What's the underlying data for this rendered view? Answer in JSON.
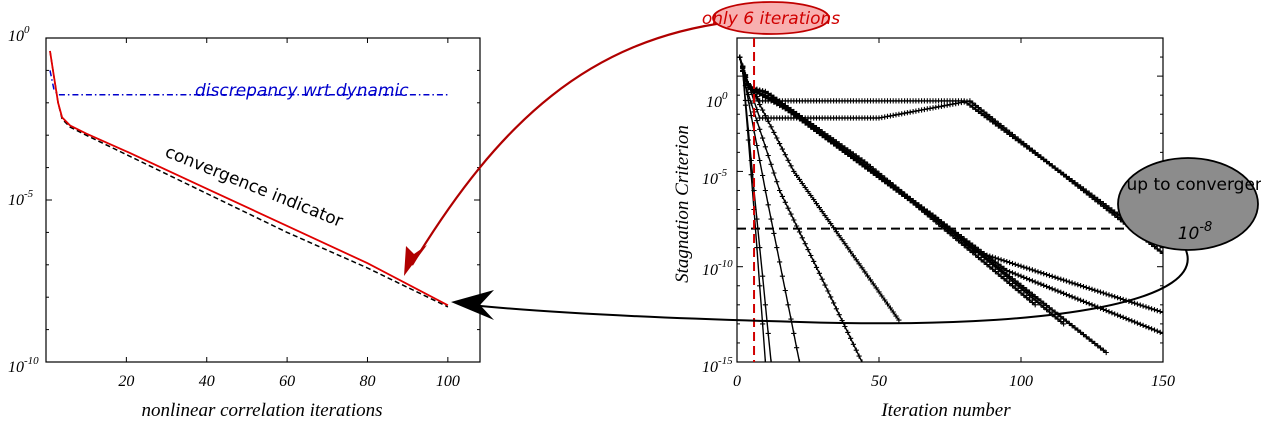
{
  "chart_data": [
    {
      "type": "line",
      "xlabel": "nonlinear correlation iterations",
      "ylabel": "",
      "xlim": [
        0,
        108
      ],
      "ylim_log10": [
        -10,
        0
      ],
      "yscale": "log",
      "x_ticks": [
        "20",
        "40",
        "60",
        "80",
        "100"
      ],
      "y_ticks": [
        {
          "base": "10",
          "exp": "0"
        },
        {
          "base": "10",
          "exp": "-5"
        },
        {
          "base": "10",
          "exp": "-10"
        }
      ],
      "series": [
        {
          "name": "discrepancy wrt dynamic",
          "color": "#0000cc",
          "style": "dash-dot",
          "x": [
            1,
            2,
            3,
            5,
            20,
            60,
            100
          ],
          "log10_y": [
            -1.0,
            -1.6,
            -1.75,
            -1.75,
            -1.75,
            -1.75,
            -1.75
          ]
        },
        {
          "name": "convergence indicator",
          "color": "#000000",
          "style": "dashed",
          "x": [
            1,
            2,
            3,
            4,
            6,
            10,
            20,
            40,
            60,
            80,
            100
          ],
          "log10_y": [
            -0.4,
            -1.2,
            -2.0,
            -2.5,
            -2.75,
            -3.0,
            -3.6,
            -4.8,
            -6.0,
            -7.1,
            -8.3
          ]
        },
        {
          "name": "",
          "color": "#e00000",
          "style": "solid",
          "x": [
            1,
            2,
            3,
            4,
            6,
            10,
            20,
            40,
            60,
            80,
            100
          ],
          "log10_y": [
            -0.4,
            -1.2,
            -2.0,
            -2.45,
            -2.7,
            -2.95,
            -3.5,
            -4.65,
            -5.8,
            -6.95,
            -8.25
          ]
        }
      ],
      "annotations": [
        "discrepancy wrt dynamic",
        "convergence indicator"
      ]
    },
    {
      "type": "line",
      "xlabel": "Iteration number",
      "ylabel": "Stagnation Criterion",
      "xlim": [
        0,
        150
      ],
      "ylim_log10": [
        -15,
        2
      ],
      "yscale": "log",
      "x_ticks": [
        "0",
        "50",
        "100",
        "150"
      ],
      "y_ticks": [
        {
          "base": "10",
          "exp": "0"
        },
        {
          "base": "10",
          "exp": "-5"
        },
        {
          "base": "10",
          "exp": "-10"
        },
        {
          "base": "10",
          "exp": "-15"
        }
      ],
      "threshold_log10": -8,
      "vertical_marker_x": 6,
      "series": [
        {
          "x": [
            1,
            2,
            6,
            10
          ],
          "log10_y": [
            1,
            0.3,
            -7,
            -15
          ]
        },
        {
          "x": [
            1,
            2,
            6,
            12
          ],
          "log10_y": [
            1,
            0.3,
            -6,
            -15
          ]
        },
        {
          "x": [
            1,
            3,
            10,
            22
          ],
          "log10_y": [
            1,
            -0.5,
            -6,
            -15
          ]
        },
        {
          "x": [
            1,
            3,
            15,
            44
          ],
          "log10_y": [
            1,
            -0.5,
            -6,
            -15
          ]
        },
        {
          "x": [
            1,
            3,
            7,
            20,
            57
          ],
          "log10_y": [
            1,
            -0.2,
            -1.2,
            -5.0,
            -12.8
          ]
        },
        {
          "x": [
            1,
            4,
            8,
            80,
            150
          ],
          "log10_y": [
            1,
            -0.4,
            -1.3,
            -1.3,
            -9.0
          ]
        },
        {
          "x": [
            1,
            4,
            8,
            50,
            82,
            150
          ],
          "log10_y": [
            1,
            -0.4,
            -2.2,
            -2.2,
            -1.3,
            -9.3
          ]
        },
        {
          "x": [
            1,
            4,
            10,
            45,
            84,
            150
          ],
          "log10_y": [
            1,
            -0.6,
            -0.8,
            -4.5,
            -9.2,
            -12.4
          ]
        },
        {
          "x": [
            1,
            4,
            12,
            50,
            95,
            150
          ],
          "log10_y": [
            1,
            -0.5,
            -1.0,
            -5.2,
            -10.2,
            -13.5
          ]
        },
        {
          "x": [
            1,
            4,
            14,
            60,
            105
          ],
          "log10_y": [
            1,
            -0.6,
            -1.3,
            -6.4,
            -12.0
          ]
        },
        {
          "x": [
            1,
            4,
            16,
            70,
            115
          ],
          "log10_y": [
            1,
            -0.6,
            -1.6,
            -7.4,
            -13.0
          ]
        },
        {
          "x": [
            1,
            4,
            18,
            78,
            130
          ],
          "log10_y": [
            1,
            -0.6,
            -1.8,
            -8.4,
            -14.5
          ]
        }
      ],
      "annotations": [
        "only 6 iterations",
        "up to convergence",
        "10",
        "-8"
      ]
    }
  ]
}
